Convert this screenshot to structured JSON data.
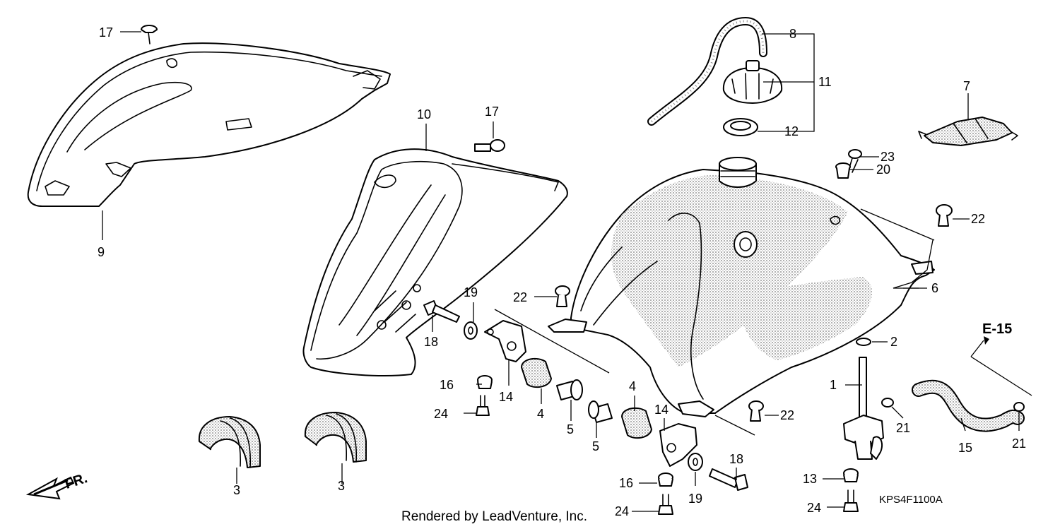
{
  "callouts": {
    "c1": "1",
    "c2": "2",
    "c3a": "3",
    "c3b": "3",
    "c4a": "4",
    "c4b": "4",
    "c5a": "5",
    "c5b": "5",
    "c6": "6",
    "c7": "7",
    "c8": "8",
    "c9": "9",
    "c10": "10",
    "c11": "11",
    "c12": "12",
    "c13": "13",
    "c14a": "14",
    "c14b": "14",
    "c15": "15",
    "c16a": "16",
    "c16b": "16",
    "c17a": "17",
    "c17b": "17",
    "c18a": "18",
    "c18b": "18",
    "c19a": "19",
    "c19b": "19",
    "c20": "20",
    "c21a": "21",
    "c21b": "21",
    "c22a": "22",
    "c22b": "22",
    "c22c": "22",
    "c23": "23",
    "c24a": "24",
    "c24b": "24",
    "c24c": "24"
  },
  "reference": "E-15",
  "front_indicator": "FR.",
  "credit": "Rendered by LeadVenture, Inc.",
  "diagram_code": "KPS4F1100A"
}
